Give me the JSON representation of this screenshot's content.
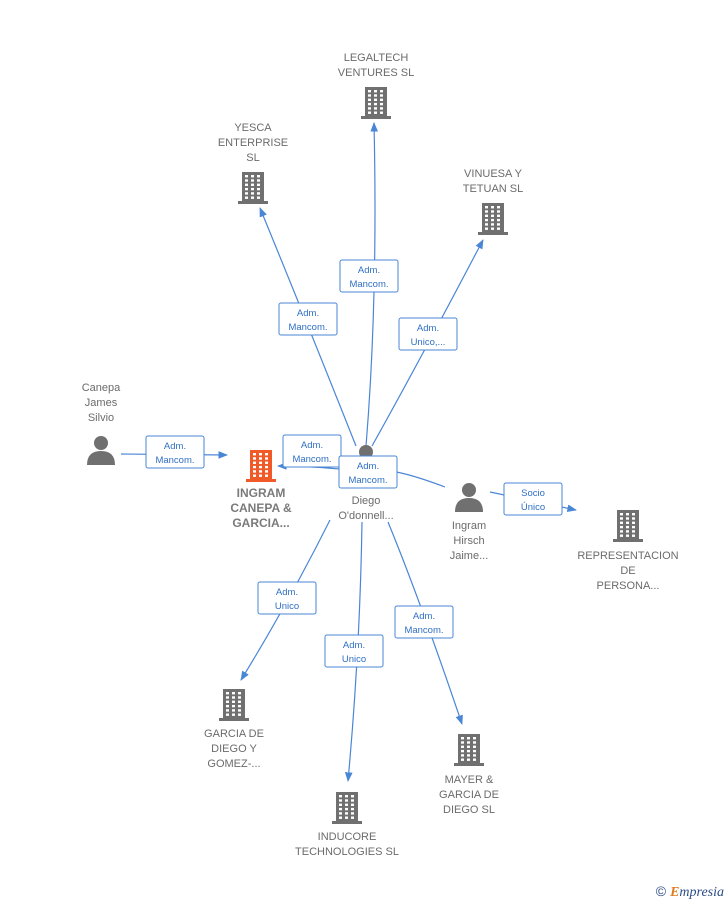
{
  "nodes": [
    {
      "id": "legaltech",
      "type": "company",
      "lines": [
        "LEGALTECH",
        "VENTURES  SL"
      ]
    },
    {
      "id": "yesca",
      "type": "company",
      "lines": [
        "YESCA",
        "ENTERPRISE",
        "SL"
      ]
    },
    {
      "id": "vinuesa",
      "type": "company",
      "lines": [
        "VINUESA Y",
        "TETUAN  SL"
      ]
    },
    {
      "id": "canepa",
      "type": "person",
      "lines": [
        "Canepa",
        "James",
        "Silvio"
      ]
    },
    {
      "id": "ingram_cg",
      "type": "company",
      "focus": true,
      "lines": [
        "INGRAM",
        "CANEPA &",
        "GARCIA..."
      ]
    },
    {
      "id": "diego",
      "type": "person",
      "lines": [
        "Diego",
        "O'donnell..."
      ]
    },
    {
      "id": "ingram_hj",
      "type": "person",
      "lines": [
        "Ingram",
        "Hirsch",
        "Jaime..."
      ]
    },
    {
      "id": "representacion",
      "type": "company",
      "lines": [
        "REPRESENTACION",
        "DE",
        "PERSONA..."
      ]
    },
    {
      "id": "garcia",
      "type": "company",
      "lines": [
        "GARCIA DE",
        "DIEGO Y",
        "GOMEZ-..."
      ]
    },
    {
      "id": "inducore",
      "type": "company",
      "lines": [
        "INDUCORE",
        "TECHNOLOGIES SL"
      ]
    },
    {
      "id": "mayer",
      "type": "company",
      "lines": [
        "MAYER &",
        "GARCIA DE",
        "DIEGO  SL"
      ]
    }
  ],
  "edges": [
    {
      "id": "e1",
      "from": "diego",
      "to": "legaltech",
      "label": [
        "Adm.",
        "Mancom."
      ]
    },
    {
      "id": "e2",
      "from": "diego",
      "to": "yesca",
      "label": [
        "Adm.",
        "Mancom."
      ]
    },
    {
      "id": "e3",
      "from": "diego",
      "to": "vinuesa",
      "label": [
        "Adm.",
        "Unico,..."
      ]
    },
    {
      "id": "e4",
      "from": "canepa",
      "to": "ingram_cg",
      "label": [
        "Adm.",
        "Mancom."
      ]
    },
    {
      "id": "e5",
      "from": "diego",
      "to": "ingram_cg",
      "label": [
        "Adm.",
        "Mancom."
      ]
    },
    {
      "id": "e6",
      "from": "ingram_hj",
      "to": "ingram_cg",
      "label": [
        "Adm.",
        "Mancom."
      ]
    },
    {
      "id": "e7",
      "from": "ingram_hj",
      "to": "representacion",
      "label": [
        "Socio",
        "Único"
      ]
    },
    {
      "id": "e8",
      "from": "diego",
      "to": "garcia",
      "label": [
        "Adm.",
        "Unico"
      ]
    },
    {
      "id": "e9",
      "from": "diego",
      "to": "inducore",
      "label": [
        "Adm.",
        "Unico"
      ]
    },
    {
      "id": "e10",
      "from": "diego",
      "to": "mayer",
      "label": [
        "Adm.",
        "Mancom."
      ]
    }
  ],
  "colors": {
    "edge": "#4a86d6",
    "icon": "#707070",
    "focus_icon": "#f05a28",
    "label": "#6b6b6b"
  },
  "logo": {
    "copyright": "©",
    "brand_first": "E",
    "brand_rest": "mpresia"
  }
}
